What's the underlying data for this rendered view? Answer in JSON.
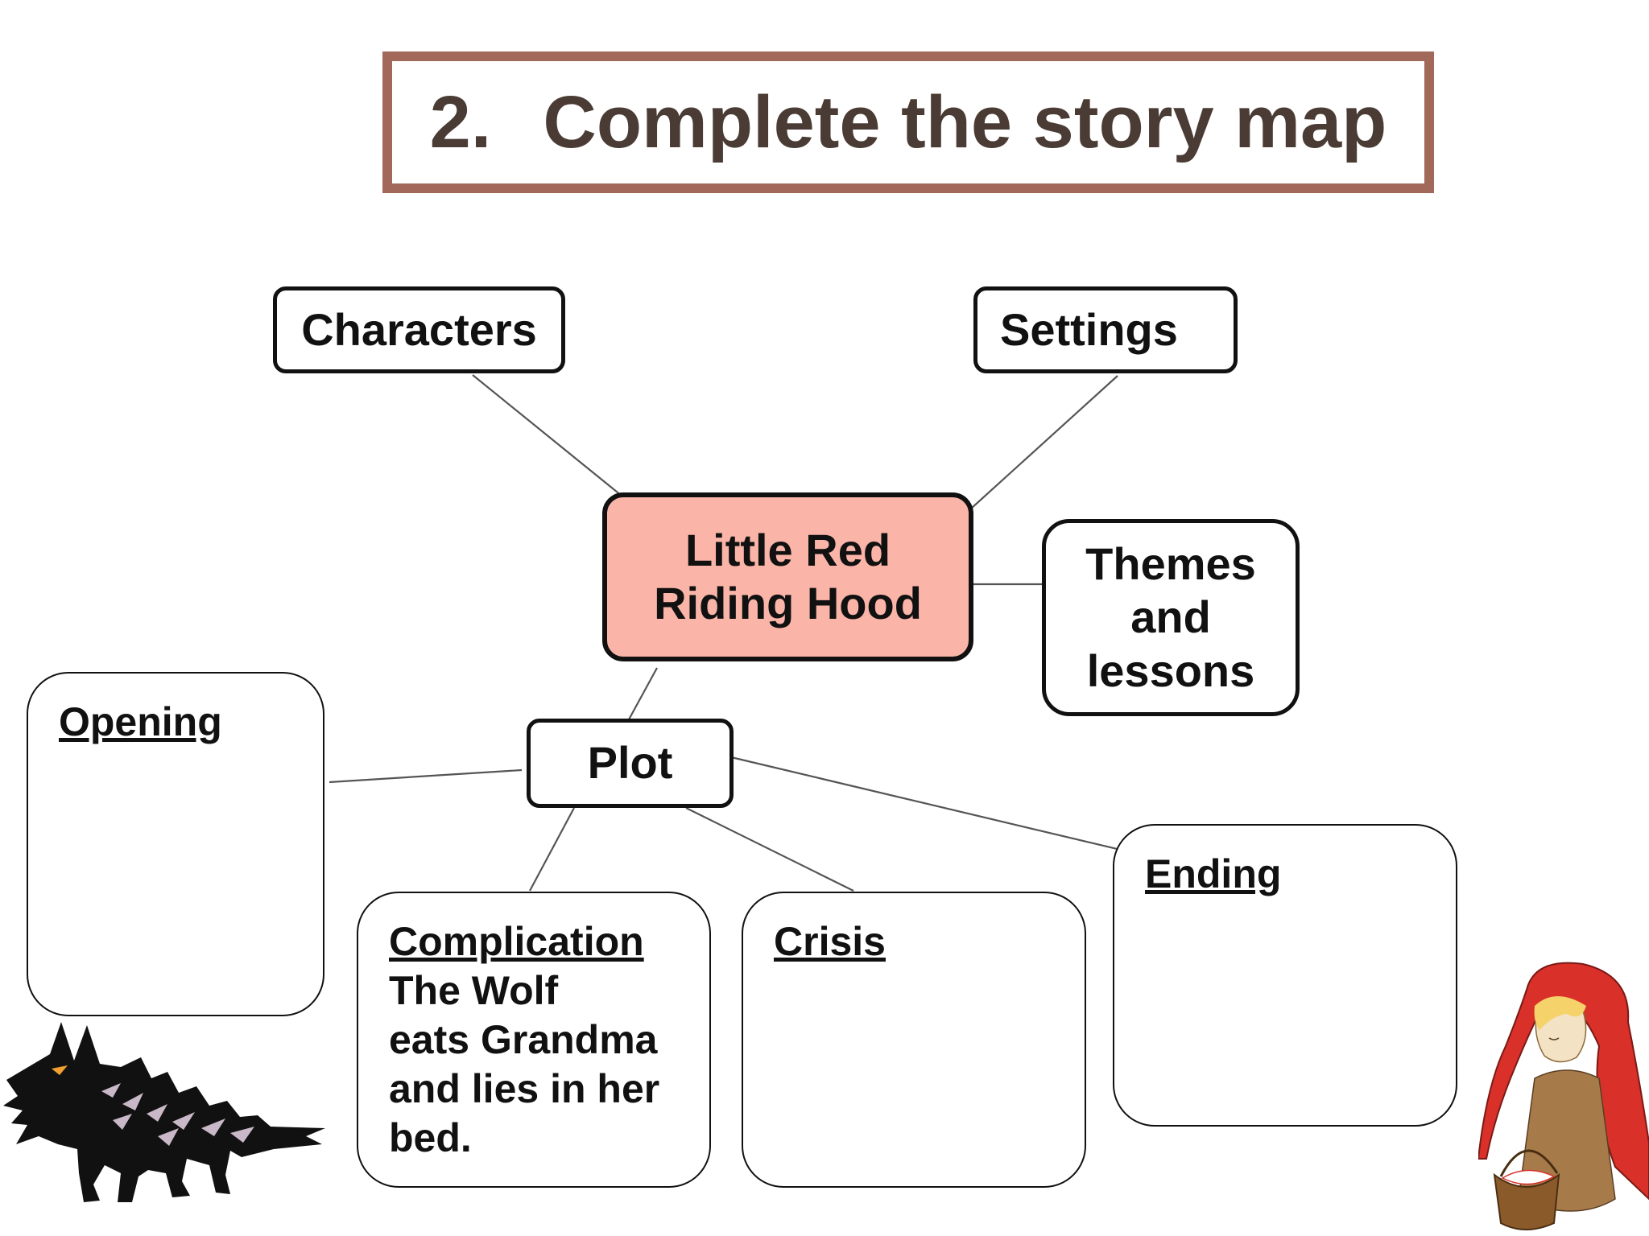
{
  "title": {
    "number": "2.",
    "text": "Complete the story map"
  },
  "nodes": {
    "characters": "Characters",
    "settings": "Settings",
    "center_line1": "Little Red",
    "center_line2": "Riding Hood",
    "themes_line1": "Themes",
    "themes_line2": "and",
    "themes_line3": "lessons",
    "plot": "Plot"
  },
  "plot_stages": {
    "opening": {
      "heading": "Opening",
      "text": ""
    },
    "complication": {
      "heading": "Complication",
      "text": "The Wolf\neats Grandma\nand lies in her\nbed."
    },
    "crisis": {
      "heading": "Crisis",
      "text": ""
    },
    "ending": {
      "heading": "Ending",
      "text": ""
    }
  },
  "colors": {
    "title_border": "#a2685a",
    "title_text": "#4a3c34",
    "center_fill": "#fbb5a8",
    "connector": "#555555"
  },
  "illustrations": [
    "wolf-illustration",
    "little-red-riding-hood-illustration"
  ]
}
